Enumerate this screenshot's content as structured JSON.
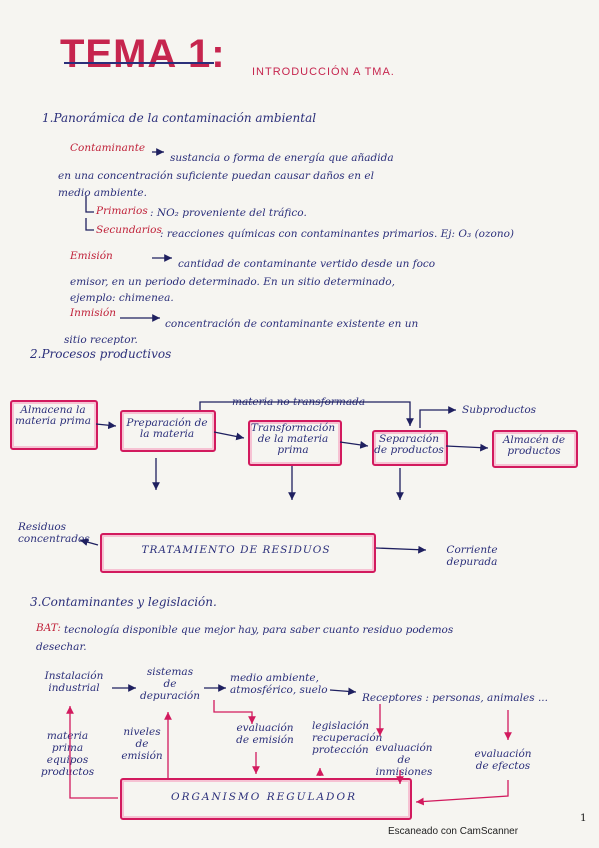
{
  "header": {
    "title": "TEMA 1:",
    "subtitle": "INTRODUCCIÓN A TMA."
  },
  "section1": {
    "heading": "1.Panorámica de la contaminación ambiental",
    "contaminante": {
      "label": "Contaminante",
      "line1": "sustancia o forma de energía que añadida",
      "line2": "en una concentración suficiente puedan causar daños en el",
      "line3": "medio ambiente."
    },
    "primarios": {
      "label": "Primarios",
      "text": ": NO₂ proveniente del tráfico."
    },
    "secundarios": {
      "label": "Secundarios",
      "text": ": reacciones químicas con contaminantes primarios. Ej: O₃ (ozono)"
    },
    "emision": {
      "label": "Emisión",
      "line1": "cantidad de contaminante vertido desde un foco",
      "line2": "emisor, en un periodo determinado. En un sitio determinado,",
      "line3": "ejemplo: chimenea."
    },
    "inmision": {
      "label": "Inmisión",
      "line1": "concentración de contaminante existente en un",
      "line2": "sitio receptor."
    }
  },
  "section2": {
    "heading": "2.Procesos productivos",
    "materia_label": "materia no transformada",
    "subproductos": "Subproductos",
    "boxes": {
      "almacena": "Almacena la materia prima",
      "preparacion": "Preparación de la materia",
      "transformacion": "Transformación de la materia prima",
      "separacion": "Separación de productos",
      "almacen": "Almacén de productos"
    },
    "residuos_concentrados": "Residuos concentrados",
    "tratamiento": "TRATAMIENTO DE RESIDUOS",
    "corriente": "Corriente depurada"
  },
  "section3": {
    "heading": "3.Contaminantes y legislación.",
    "bat_label": "BAT:",
    "bat_line1": "tecnología disponible que mejor hay, para saber cuanto residuo podemos",
    "bat_line2": "desechar.",
    "instalacion": "Instalación industrial",
    "sistemas": "sistemas de depuración",
    "medio": "medio ambiente, atmosférico, suelo",
    "receptores": "Receptores : personas, animales ...",
    "materia_prima": "materia prima equipos productos",
    "niveles": "niveles de emisión",
    "evaluacion_emision": "evaluación de emisión",
    "legislacion": "legislación recuperación protección",
    "evaluacion_inmisiones": "evaluación de inmisiones",
    "evaluacion_efectos": "evaluación de efectos",
    "organismo": "ORGANISMO REGULADOR"
  },
  "footer": {
    "scanner": "Escaneado con CamScanner",
    "page_mark": "1"
  },
  "colors": {
    "ink": "#2b2f7a",
    "accent": "#c6254e",
    "box": "#d21a5e",
    "paper": "#f6f5f1"
  }
}
